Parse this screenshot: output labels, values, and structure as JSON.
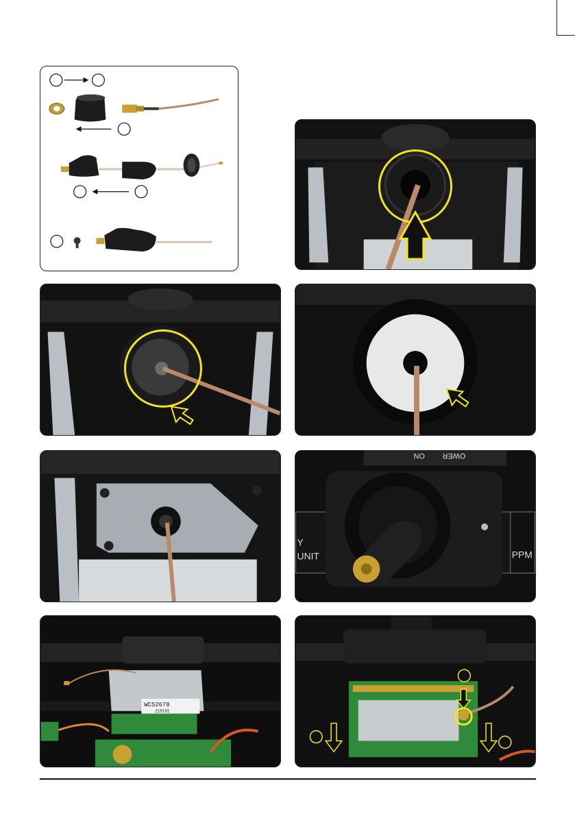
{
  "page": {
    "crop_mark": "crop-mark"
  },
  "panels": {
    "step_parts": {
      "name": "antenna-assembly-diagram"
    },
    "photo_top_right": {
      "name": "antenna-mount-photo"
    }
  },
  "labels": {
    "unit_line1": "Y",
    "unit_line2": "UNIT",
    "ppm": "PPM",
    "power": "OWER",
    "on": "ON",
    "sticker": "WC52678",
    "sticker_sub": "215101"
  },
  "colors": {
    "highlight": "#f4e61a",
    "arrow_outline": "#111111",
    "cable": "#b98a6a",
    "gold": "#c9a133",
    "pcb_green": "#2f8a3a",
    "metal": "#b9bfc4"
  }
}
